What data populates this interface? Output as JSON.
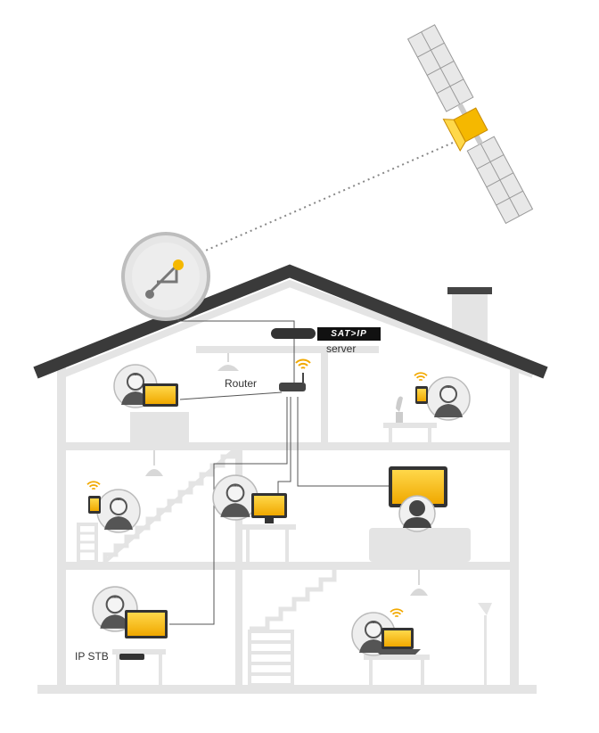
{
  "labels": {
    "logo": "SAT>IP",
    "server": "server",
    "router": "Router",
    "ip_stb": "IP STB"
  },
  "colors": {
    "house": "#e4e4e4",
    "roof": "#3a3a3a",
    "screen": "#f5b800",
    "screen_light": "#ffd84a",
    "cable": "#555555",
    "satellite_panel": "#9a9a9a",
    "wifi": "#f2a900"
  },
  "icons": [
    "satellite-icon",
    "satellite-dish-icon",
    "wifi-icon",
    "person-icon",
    "tv-icon",
    "laptop-icon",
    "tablet-icon"
  ]
}
